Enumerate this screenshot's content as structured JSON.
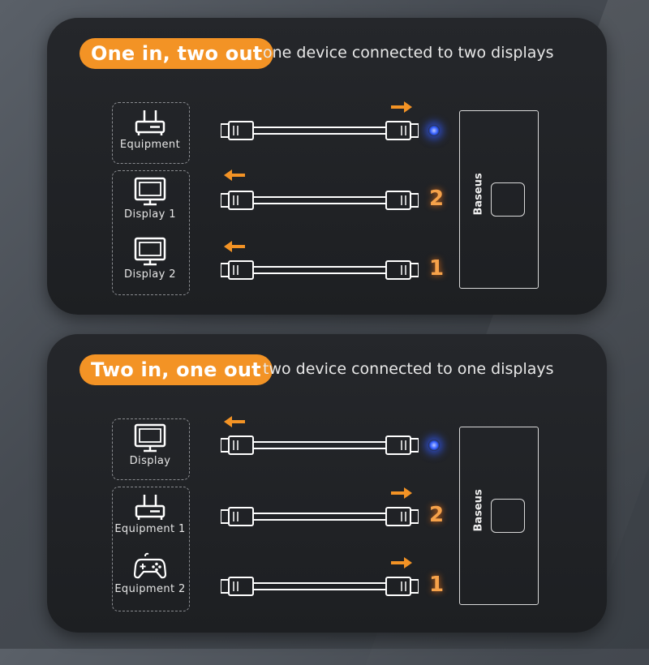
{
  "colors": {
    "accent": "#f39325",
    "led": "#2f5bff",
    "number": "#f6a24a"
  },
  "sections": [
    {
      "title": "One in, two out",
      "subtitle": "one device connected to two displays",
      "devices": [
        {
          "label": "Equipment",
          "icon": "router-icon"
        },
        {
          "label": "Display 1",
          "icon": "monitor-icon"
        },
        {
          "label": "Display 2",
          "icon": "monitor-icon"
        }
      ],
      "ports": [
        {
          "indicator": "led",
          "arrow": "right"
        },
        {
          "indicator": "2",
          "arrow": "left"
        },
        {
          "indicator": "1",
          "arrow": "left"
        }
      ],
      "switch_brand": "Baseus"
    },
    {
      "title": "Two in, one out",
      "subtitle": "two device connected to one displays",
      "devices": [
        {
          "label": "Display",
          "icon": "monitor-icon"
        },
        {
          "label": "Equipment 1",
          "icon": "router-icon"
        },
        {
          "label": "Equipment 2",
          "icon": "gamepad-icon"
        }
      ],
      "ports": [
        {
          "indicator": "led",
          "arrow": "left"
        },
        {
          "indicator": "2",
          "arrow": "right"
        },
        {
          "indicator": "1",
          "arrow": "right"
        }
      ],
      "switch_brand": "Baseus"
    }
  ]
}
